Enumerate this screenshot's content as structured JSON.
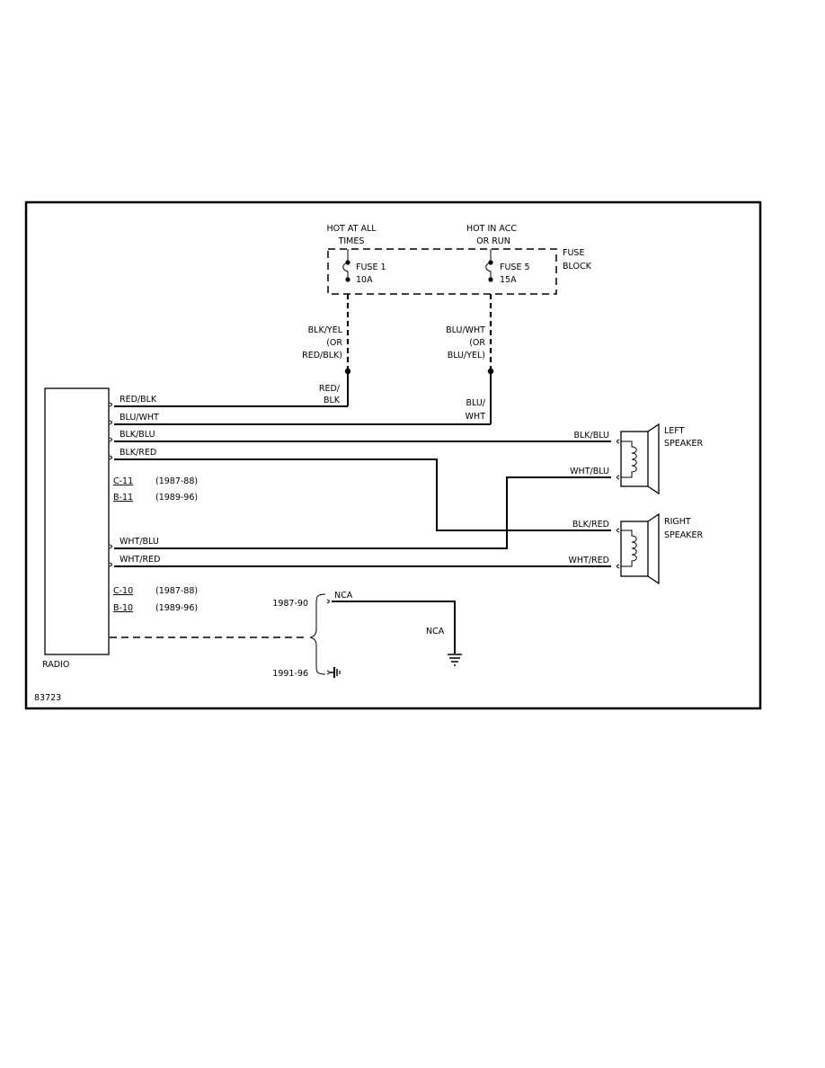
{
  "diagram": {
    "fuse_block": {
      "hot_at_all_1": "HOT AT ALL",
      "hot_at_all_2": "TIMES",
      "hot_acc_1": "HOT IN ACC",
      "hot_acc_2": "OR RUN",
      "label_1": "FUSE",
      "label_2": "BLOCK",
      "fuse1_name": "FUSE 1",
      "fuse1_rating": "10A",
      "fuse5_name": "FUSE 5",
      "fuse5_rating": "15A"
    },
    "feed_labels": {
      "left_1": "BLK/YEL",
      "left_2": "(OR",
      "left_3": "RED/BLK)",
      "left_4": "RED/",
      "left_5": "BLK",
      "right_1": "BLU/WHT",
      "right_2": "(OR",
      "right_3": "BLU/YEL)",
      "right_4": "BLU/",
      "right_5": "WHT"
    },
    "radio": {
      "label": "RADIO",
      "wires": [
        "RED/BLK",
        "BLU/WHT",
        "BLK/BLU",
        "BLK/RED",
        "WHT/BLU",
        "WHT/RED"
      ],
      "conn_c11": "C-11",
      "conn_b11": "B-11",
      "conn_c11_years": "(1987-88)",
      "conn_b11_years": "(1989-96)",
      "conn_c10": "C-10",
      "conn_b10": "B-10",
      "conn_c10_years": "(1987-88)",
      "conn_b10_years": "(1989-96)"
    },
    "speakers": {
      "left_1": "LEFT",
      "left_2": "SPEAKER",
      "right_1": "RIGHT",
      "right_2": "SPEAKER",
      "left_wire_top": "BLK/BLU",
      "left_wire_bottom": "WHT/BLU",
      "right_wire_top": "BLK/RED",
      "right_wire_bottom": "WHT/RED"
    },
    "ground": {
      "year_1": "1987-90",
      "year_2": "1991-96",
      "nca_1": "NCA",
      "nca_2": "NCA"
    },
    "figure_id": "83723"
  }
}
